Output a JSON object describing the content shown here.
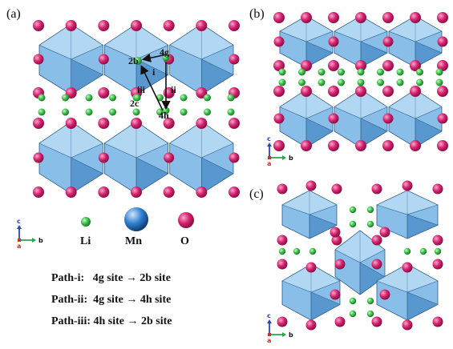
{
  "panels": {
    "a": "(a)",
    "b": "(b)",
    "c": "(c)"
  },
  "sites": {
    "s2b": "2b",
    "s4g": "4g",
    "s4h": "4h",
    "s2c": "2c"
  },
  "paths": {
    "i": "i",
    "ii": "ii",
    "iii": "iii"
  },
  "legend": {
    "li": "Li",
    "mn": "Mn",
    "o": "O"
  },
  "axes": {
    "c": "c",
    "b": "b",
    "a": "a"
  },
  "path_list": [
    "Path-i:   4g site → 2b site",
    "Path-ii:  4g site → 4h site",
    "Path-iii: 4h site → 2b site"
  ],
  "colors": {
    "li": "#3cc04a",
    "mn": "#2f7fcf",
    "o": "#d6236f",
    "octahedron": "#7fb8e6"
  }
}
